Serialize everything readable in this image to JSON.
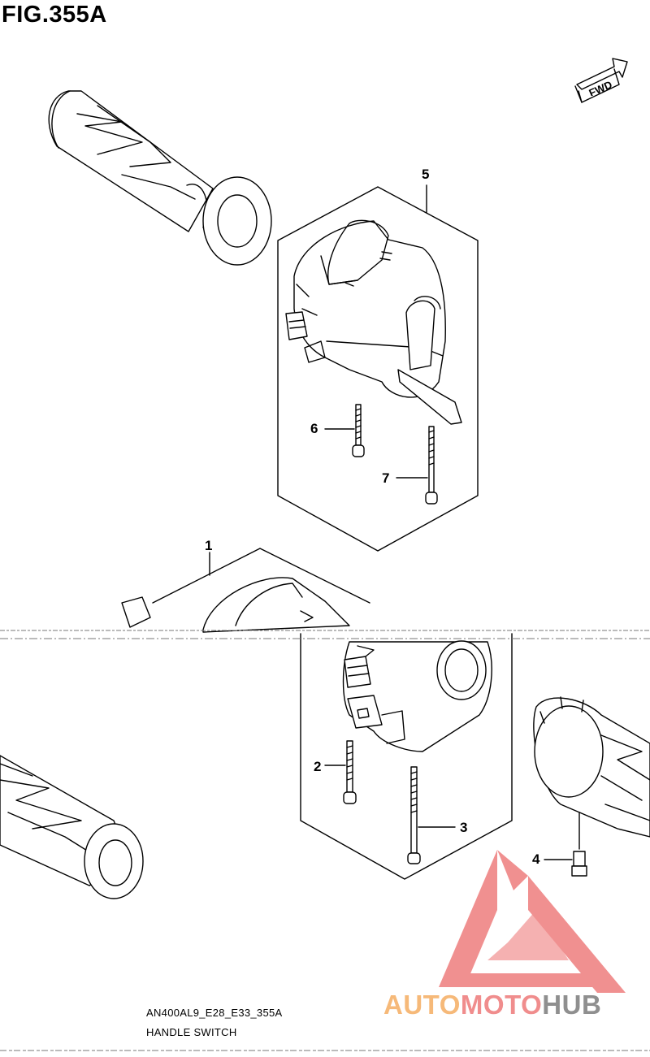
{
  "figure": {
    "title": "FIG.355A",
    "fwd_label": "FWD"
  },
  "callouts": {
    "c1": "1",
    "c2": "2",
    "c3": "3",
    "c4": "4",
    "c5": "5",
    "c6": "6",
    "c7": "7"
  },
  "caption": {
    "code": "AN400AL9_E28_E33_355A",
    "name": "HANDLE SWITCH"
  },
  "watermark": {
    "part1": "AUTO",
    "part2": "MOTO",
    "part3": "HUB",
    "colors": {
      "auto": "#f6b979",
      "moto": "#f08d8d",
      "hub": "#8f8f8f"
    }
  }
}
